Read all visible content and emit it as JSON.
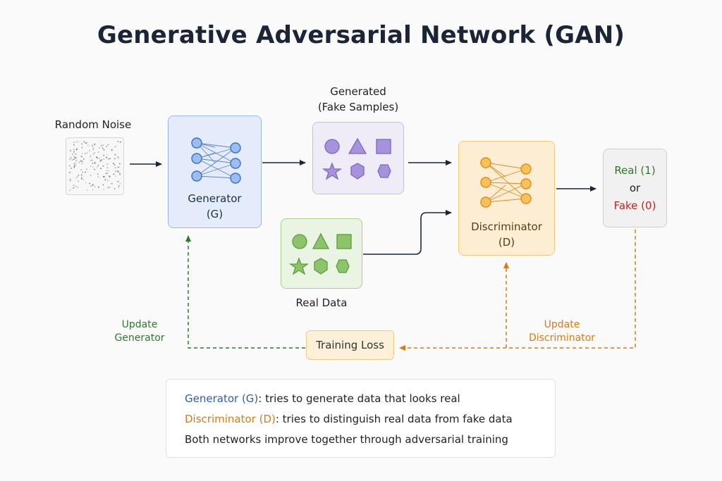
{
  "title": "Generative Adversarial Network (GAN)",
  "nodes": {
    "noise": {
      "label": "Random Noise"
    },
    "generator": {
      "line1": "Generator",
      "line2": "(G)"
    },
    "generated": {
      "line1": "Generated",
      "line2": "(Fake Samples)"
    },
    "real": {
      "label": "Real Data"
    },
    "discriminator": {
      "line1": "Discriminator",
      "line2": "(D)"
    },
    "output": {
      "real": "Real (1)",
      "or": "or",
      "fake": "Fake (0)"
    },
    "loss": {
      "label": "Training Loss"
    }
  },
  "feedback": {
    "generator": {
      "line1": "Update",
      "line2": "Generator"
    },
    "discriminator": {
      "line1": "Update",
      "line2": "Discriminator"
    }
  },
  "legend": {
    "gen_term": "Generator (G)",
    "gen_desc": ": tries to generate data that looks real",
    "disc_term": "Discriminator (D)",
    "disc_desc": ": tries to distinguish real data from fake data",
    "summary": "Both networks improve together through adversarial training"
  },
  "colors": {
    "generator": "#2f5db3",
    "discriminator": "#d97a14",
    "update_generator": "#2d7a2d",
    "fake": "#c0251b",
    "real_output": "#2d7a2d",
    "fake_samples": "#9a86d6",
    "real_samples": "#8cc46a"
  },
  "icons": {
    "fake_samples": [
      "circle-icon",
      "triangle-icon",
      "square-icon",
      "star-icon",
      "diamond-hex-icon",
      "hexagon-icon"
    ],
    "real_samples": [
      "circle-icon",
      "triangle-icon",
      "square-icon",
      "star-icon",
      "diamond-hex-icon",
      "hexagon-icon"
    ],
    "network": "neural-network-icon",
    "noise": "noise-texture-icon"
  }
}
